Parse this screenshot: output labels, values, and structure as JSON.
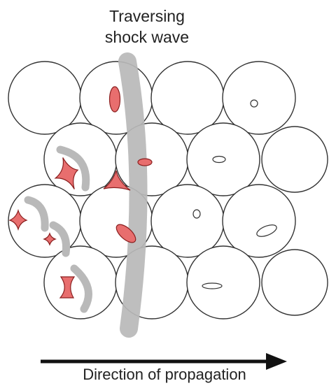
{
  "title": {
    "line1": "Traversing",
    "line2": "shock wave"
  },
  "caption": "Direction of propagation",
  "colors": {
    "grain_stroke": "#333333",
    "shock_band": "#b9b9b9",
    "collapse_fill": "#e86e6e",
    "collapse_stroke": "#8a1f1f",
    "arrow": "#111111"
  }
}
